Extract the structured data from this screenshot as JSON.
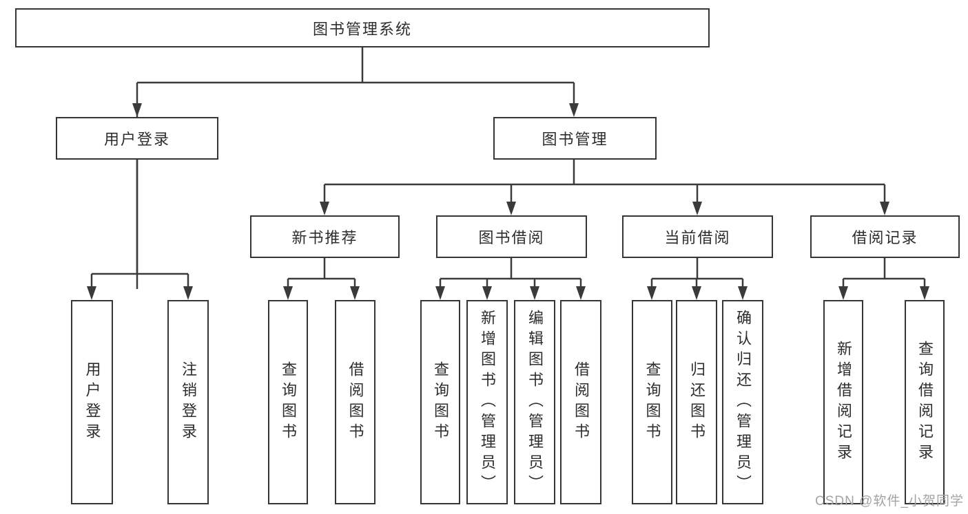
{
  "diagram": {
    "tree": {
      "root": "图书管理系统",
      "level2": [
        "用户登录",
        "图书管理"
      ],
      "level3": [
        "新书推荐",
        "图书借阅",
        "当前借阅",
        "借阅记录"
      ],
      "leaves": {
        "user_login": [
          "用户登录",
          "注销登录"
        ],
        "new_book_rec": [
          "查询图书",
          "借阅图书"
        ],
        "book_borrow": [
          "查询图书",
          "新增图书（管理员）",
          "编辑图书（管理员）",
          "借阅图书"
        ],
        "current_borrow": [
          "查询图书",
          "归还图书",
          "确认归还（管理员）"
        ],
        "borrow_records": [
          "新增借阅记录",
          "查询借阅记录"
        ]
      }
    },
    "watermark": {
      "text": "CSDN @软件_小贺同学"
    },
    "colors": {
      "line": "#3a3a3a",
      "box_border": "#353535",
      "text": "#2d2d2d",
      "background": "#ffffff",
      "watermark": "#a3a3a3"
    }
  }
}
